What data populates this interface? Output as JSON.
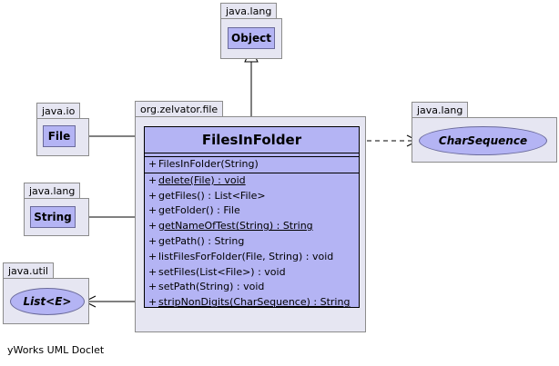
{
  "packages": {
    "java_lang_object": "java.lang",
    "java_io": "java.io",
    "org_zelvator_file": "org.zelvator.file",
    "java_lang_charsequence": "java.lang",
    "java_lang_string": "java.lang",
    "java_util": "java.util"
  },
  "classes": {
    "object": "Object",
    "file": "File",
    "string": "String",
    "charsequence": "CharSequence",
    "list": "List<E>"
  },
  "main_class": {
    "name": "FilesInFolder",
    "constructors": [
      {
        "visibility": "+",
        "text": "FilesInFolder(String)",
        "static": false
      }
    ],
    "methods": [
      {
        "visibility": "+",
        "text": "delete(File) : void",
        "static": true
      },
      {
        "visibility": "+",
        "text": "getFiles() : List<File>",
        "static": false
      },
      {
        "visibility": "+",
        "text": "getFolder() : File",
        "static": false
      },
      {
        "visibility": "+",
        "text": "getNameOfTest(String) : String",
        "static": true
      },
      {
        "visibility": "+",
        "text": "getPath() : String",
        "static": false
      },
      {
        "visibility": "+",
        "text": "listFilesForFolder(File, String) : void",
        "static": false
      },
      {
        "visibility": "+",
        "text": "setFiles(List<File>) : void",
        "static": false
      },
      {
        "visibility": "+",
        "text": "setPath(String) : void",
        "static": false
      },
      {
        "visibility": "+",
        "text": "stripNonDigits(CharSequence) : String",
        "static": true
      }
    ]
  },
  "footer": "yWorks UML Doclet"
}
